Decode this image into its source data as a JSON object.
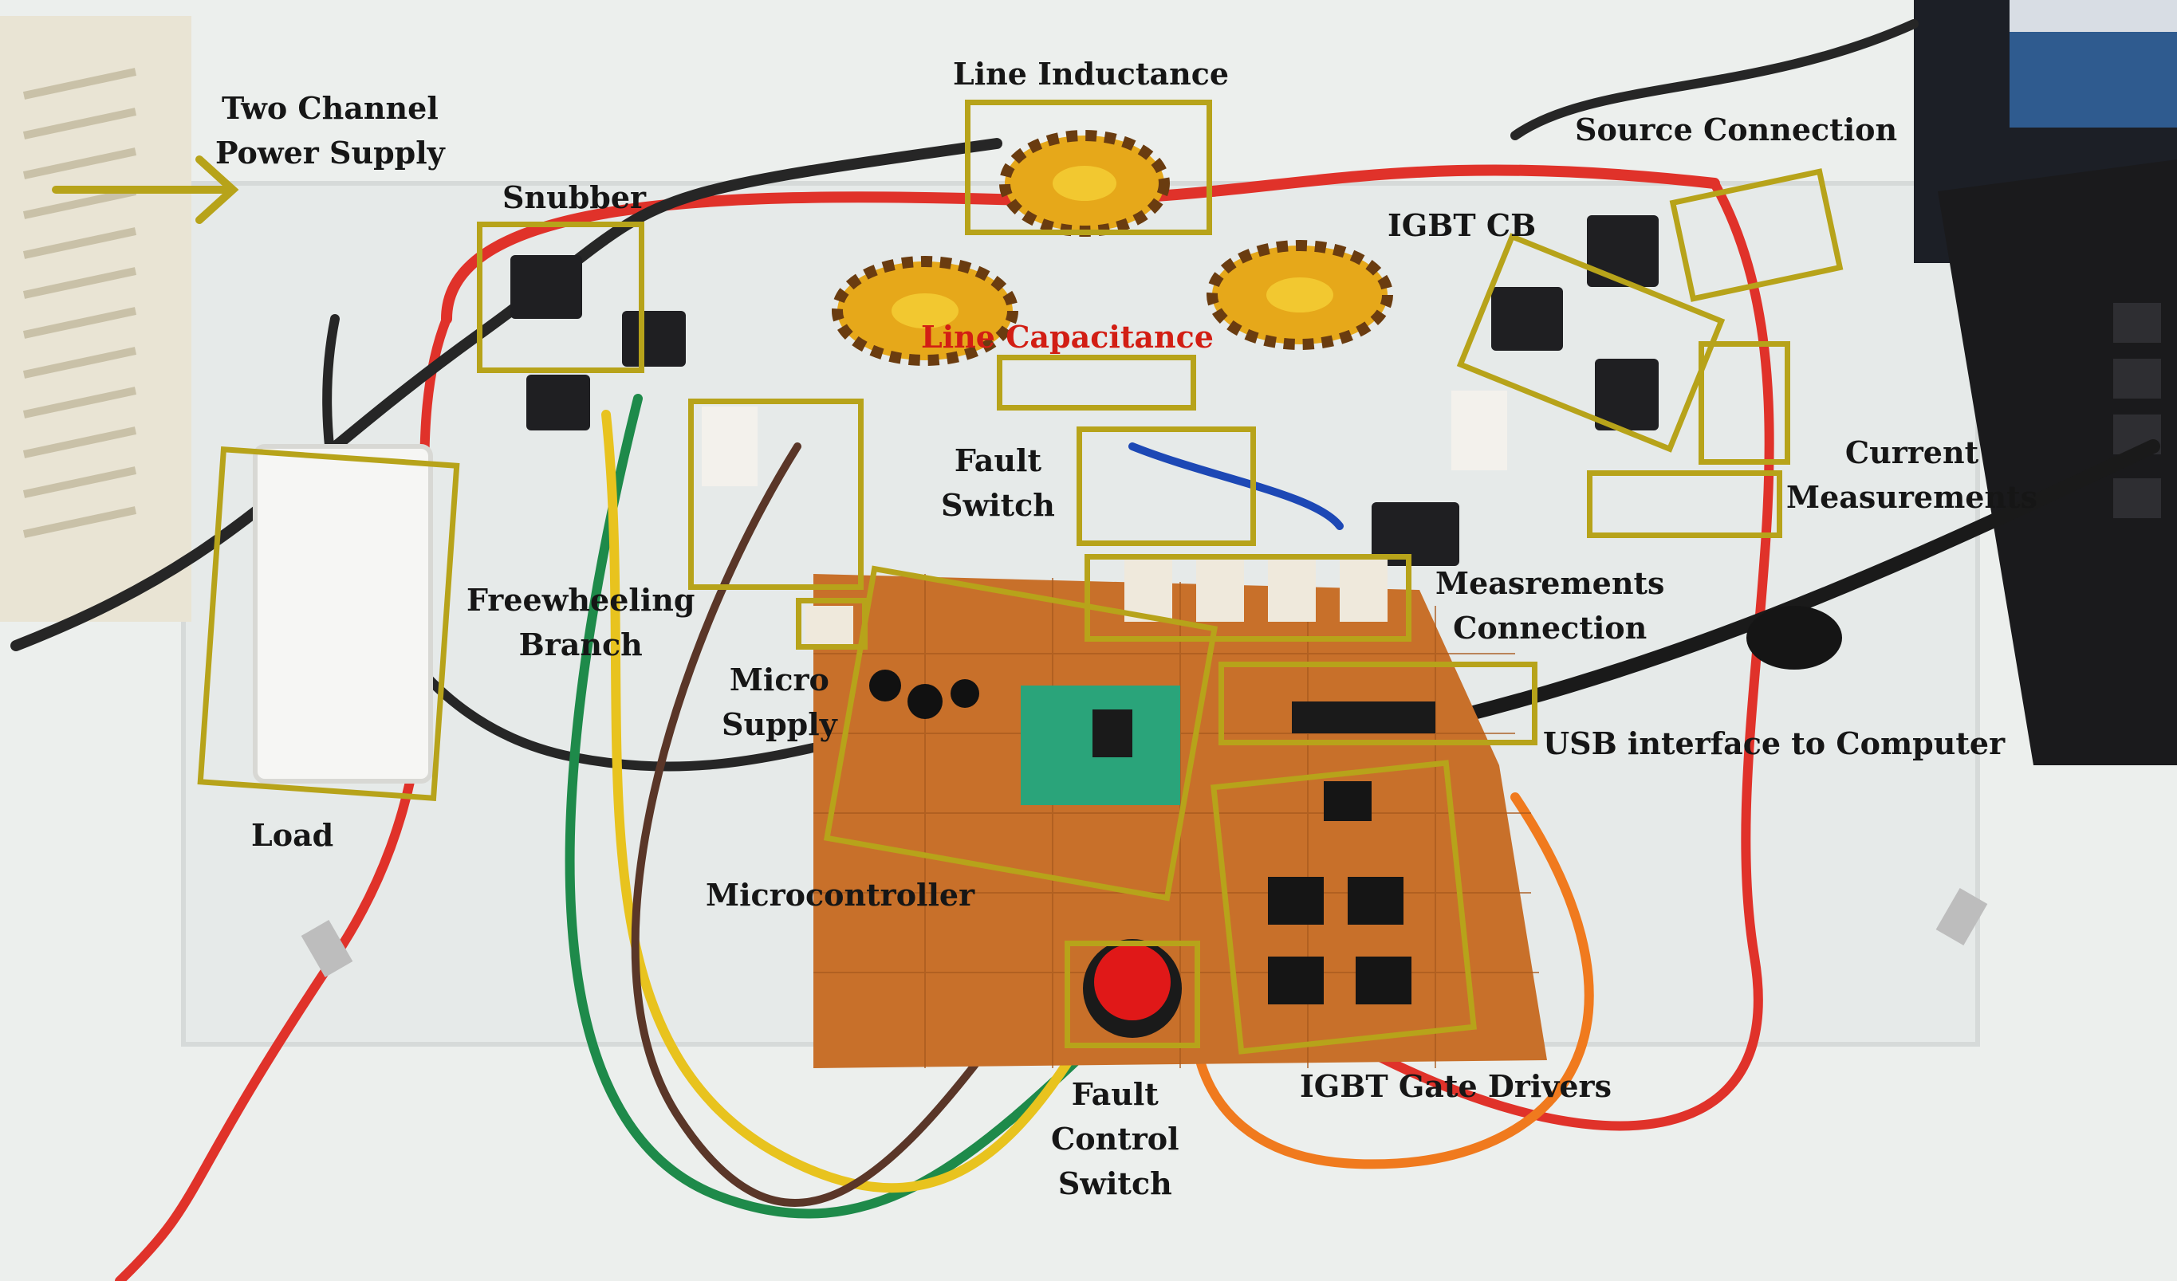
{
  "labels": {
    "power_supply": "Two Channel\nPower Supply",
    "line_inductance": "Line Inductance",
    "source_connection": "Source Connection",
    "snubber": "Snubber",
    "igbt_cb": "IGBT CB",
    "line_capacitance": "Line Capacitance",
    "fault_switch": "Fault\nSwitch",
    "current_measurements": "Current\nMeasurements",
    "freewheeling_branch": "Freewheeling\nBranch",
    "measurements_connection": "Measrements\nConnection",
    "micro_supply": "Micro\nSupply",
    "usb_interface": "USB interface to Computer",
    "load": "Load",
    "microcontroller": "Microcontroller",
    "igbt_gate_drivers": "IGBT Gate Drivers",
    "fault_control_switch": "Fault\nControl\nSwitch"
  },
  "colors": {
    "box_outline": "#b7a31a",
    "label_text": "#161616",
    "capacitance_label": "#d21e14",
    "pcb": "#c8702a",
    "wire_red": "#e0322a",
    "wire_black": "#262626",
    "wire_green": "#1e8a4a",
    "wire_yellow": "#e8c31e",
    "wire_orange": "#f07a1e"
  }
}
